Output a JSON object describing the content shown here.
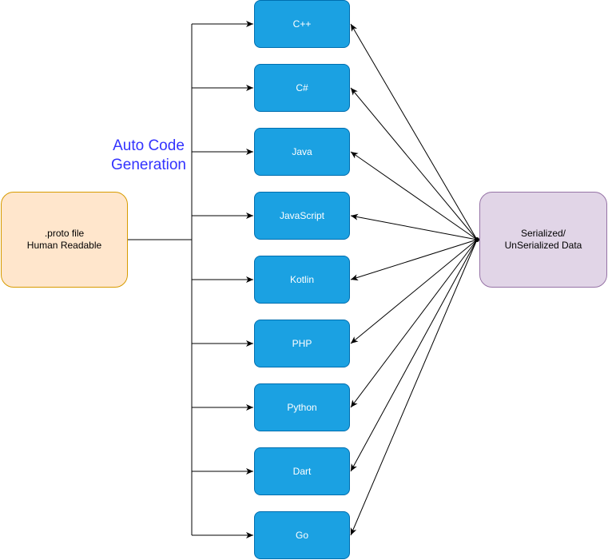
{
  "diagram": {
    "source": {
      "lines": [
        ".proto file",
        "Human Readable"
      ]
    },
    "target": {
      "lines": [
        "Serialized/",
        "UnSerialized Data"
      ]
    },
    "edge_label": "Auto Code Generation",
    "languages": [
      "C++",
      "C#",
      "Java",
      "JavaScript",
      "Kotlin",
      "PHP",
      "Python",
      "Dart",
      "Go"
    ],
    "colors": {
      "language_fill": "#1ba1e2",
      "language_stroke": "#006eaf",
      "source_fill": "#ffe6cc",
      "source_stroke": "#d79b00",
      "target_fill": "#e1d5e7",
      "target_stroke": "#9673a6",
      "label_text": "#3333ff",
      "edge": "#000000"
    }
  }
}
